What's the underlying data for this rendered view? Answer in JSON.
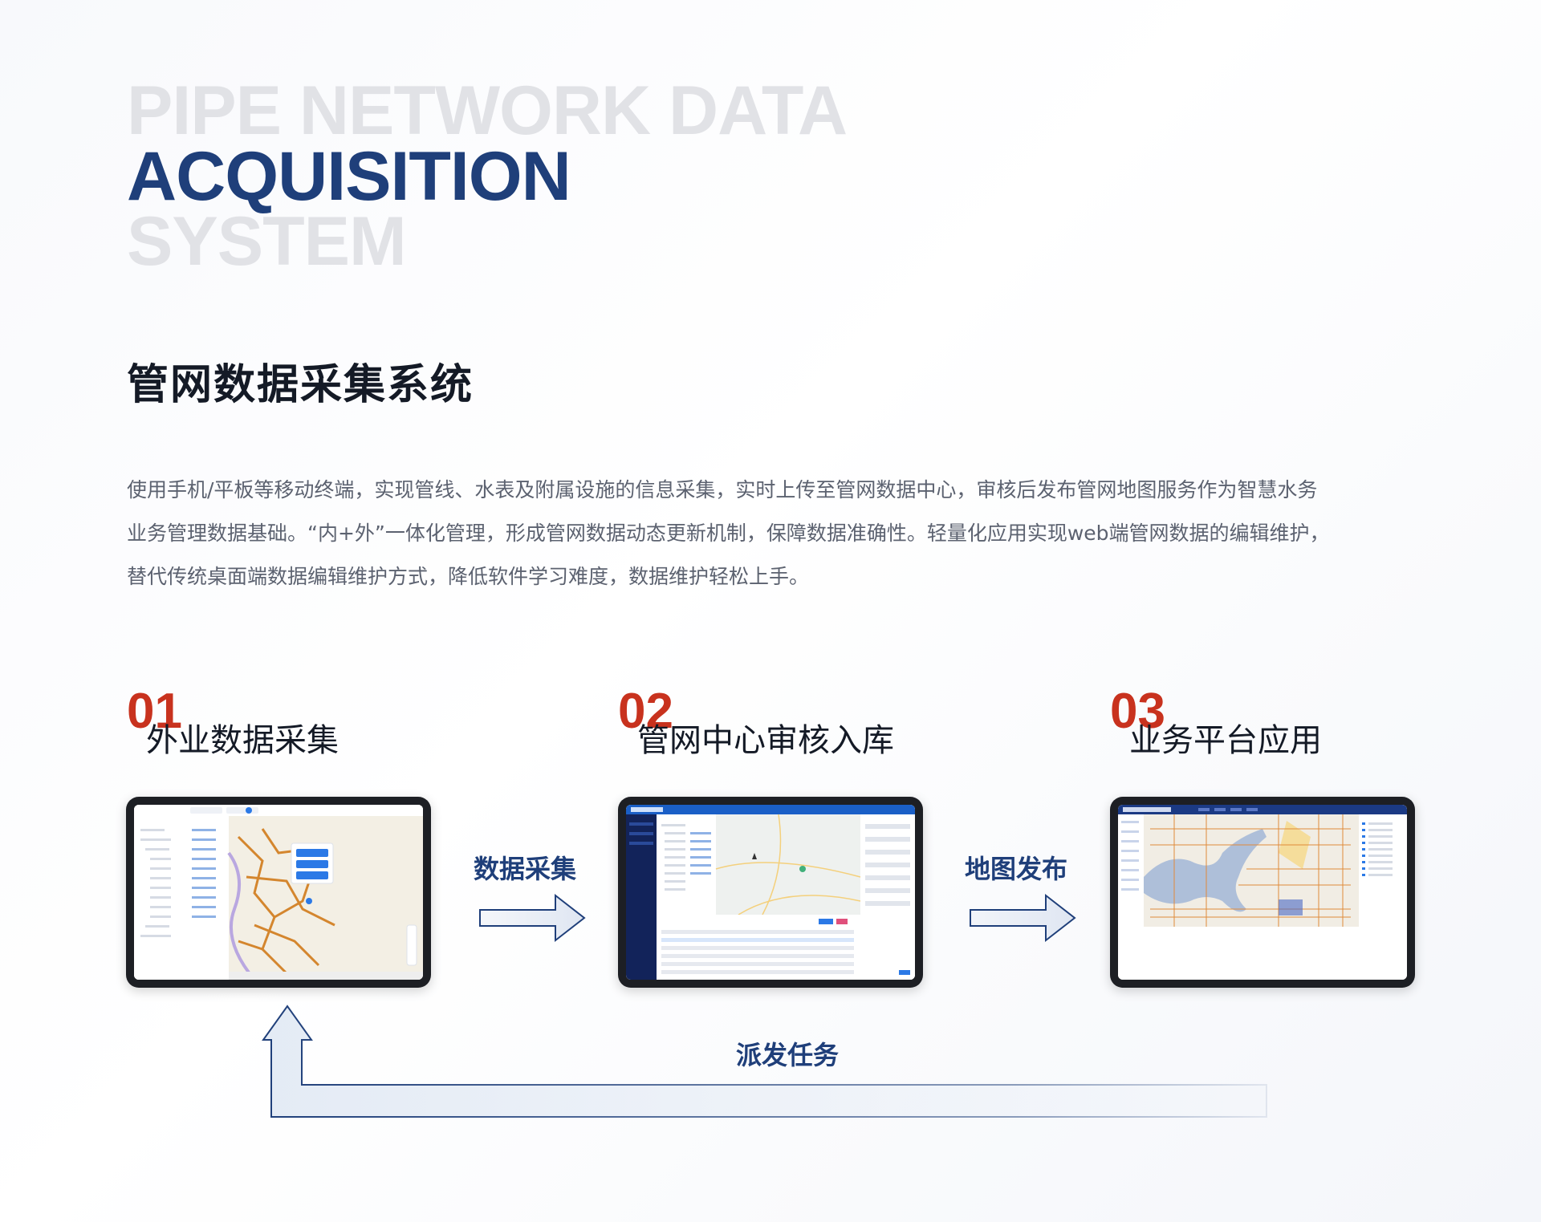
{
  "header": {
    "en_line1": "PIPE  NETWORK  DATA",
    "en_line2": "ACQUISITION",
    "en_line3": "SYSTEM",
    "cn_title": "管网数据采集系统"
  },
  "description": [
    "使用手机/平板等移动终端，实现管线、水表及附属设施的信息采集，实时上传至管网数据中心，审核后发布管网地图服务作为智慧水务",
    "业务管理数据基础。“内+外”一体化管理，形成管网数据动态更新机制，保障数据准确性。轻量化应用实现web端管网数据的编辑维护，",
    "替代传统桌面端数据编辑维护方式，降低软件学习难度，数据维护轻松上手。"
  ],
  "steps": [
    {
      "num": "01",
      "label": "外业数据采集",
      "screen": "mobile-collection-map-icon"
    },
    {
      "num": "02",
      "label": "管网中心审核入库",
      "screen": "audit-dashboard-icon"
    },
    {
      "num": "03",
      "label": "业务平台应用",
      "screen": "business-platform-map-icon"
    }
  ],
  "flows": {
    "collect": "数据采集",
    "publish": "地图发布",
    "dispatch": "派发任务"
  },
  "colors": {
    "accent_red": "#c8321e",
    "brand_blue": "#1f3f7a",
    "title_gray": "#e1e2e6"
  }
}
